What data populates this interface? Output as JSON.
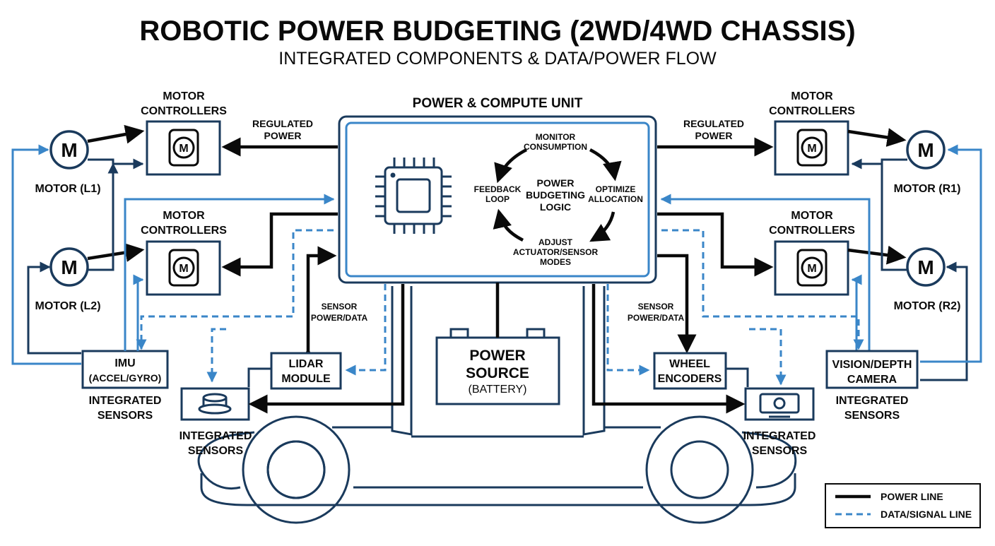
{
  "header": {
    "title": "ROBOTIC POWER BUDGETING (2WD/4WD CHASSIS)",
    "subtitle": "INTEGRATED COMPONENTS & DATA/POWER FLOW"
  },
  "pcu": {
    "title": "POWER & COMPUTE UNIT",
    "center_label": [
      "POWER",
      "BUDGETING",
      "LOGIC"
    ],
    "cycle": {
      "monitor": [
        "MONITOR",
        "CONSUMPTION"
      ],
      "optimize": [
        "OPTIMIZE",
        "ALLOCATION"
      ],
      "adjust": [
        "ADJUST",
        "ACTUATOR/SENSOR",
        "MODES"
      ],
      "feedback": [
        "FEEDBACK",
        "LOOP"
      ]
    }
  },
  "labels": {
    "motor_controllers": [
      "MOTOR",
      "CONTROLLERS"
    ],
    "regulated_power": [
      "REGULATED",
      "POWER"
    ],
    "sensor_power_data": [
      "SENSOR",
      "POWER/DATA"
    ],
    "integrated_sensors": [
      "INTEGRATED",
      "SENSORS"
    ]
  },
  "motors": {
    "l1": {
      "glyph": "M",
      "label": "MOTOR (L1)"
    },
    "l2": {
      "glyph": "M",
      "label": "MOTOR (L2)"
    },
    "r1": {
      "glyph": "M",
      "label": "MOTOR (R1)"
    },
    "r2": {
      "glyph": "M",
      "label": "MOTOR (R2)"
    }
  },
  "modules": {
    "imu": [
      "IMU",
      "(ACCEL/GYRO)"
    ],
    "lidar": [
      "LIDAR",
      "MODULE"
    ],
    "encoders": [
      "WHEEL",
      "ENCODERS"
    ],
    "camera": [
      "VISION/DEPTH",
      "CAMERA"
    ],
    "battery": [
      "POWER",
      "SOURCE",
      "(BATTERY)"
    ]
  },
  "legend": {
    "power": "POWER LINE",
    "data": "DATA/SIGNAL LINE"
  },
  "colors": {
    "power_line": "#0a0a0a",
    "data_line": "#3a86c8",
    "outline": "#1a3a5c"
  },
  "icons": [
    "cpu-chip-icon",
    "motor-icon",
    "lidar-puck-icon",
    "camera-icon",
    "battery-icon"
  ]
}
